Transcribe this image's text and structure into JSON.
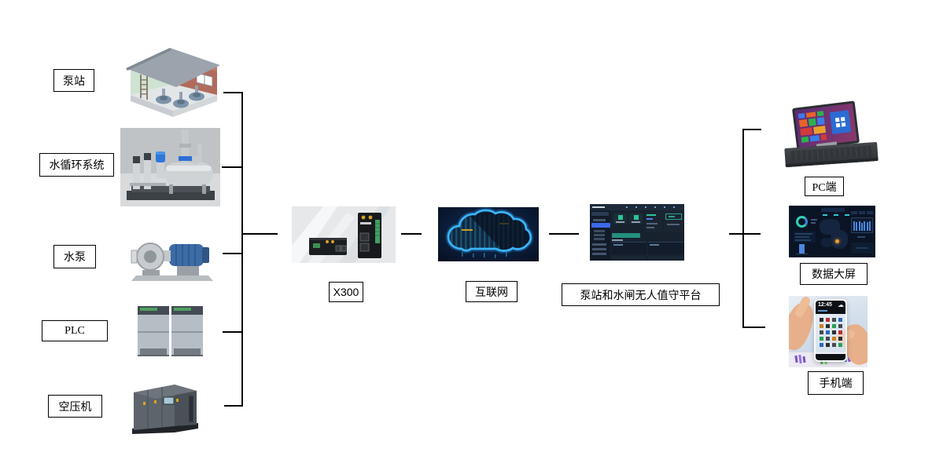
{
  "labels": {
    "pump_station": "泵站",
    "water_circulation": "水循环系统",
    "water_pump": "水泵",
    "plc": "PLC",
    "air_compressor": "空压机",
    "gateway": "X300",
    "internet": "互联网",
    "platform": "泵站和水闸无人值守平台",
    "pc": "PC端",
    "big_screen": "数据大屏",
    "mobile": "手机端"
  },
  "phone_screen": {
    "time": "12:45"
  },
  "colors": {
    "line": "#000000",
    "cloud_neon": "#3ab4f8",
    "platform_highlight": "#3d68e8",
    "platform_teal": "#2bc49a",
    "bigscreen_bar": "#4a85e0",
    "bigscreen_donut": "#2fd0b8",
    "map_marker": "#f0a028",
    "windows_tile_blue": "#2b6cd4",
    "windows_tile_orange": "#e8632a",
    "windows_tile_green": "#2bb24c",
    "windows_tile_red": "#d23b3b"
  }
}
